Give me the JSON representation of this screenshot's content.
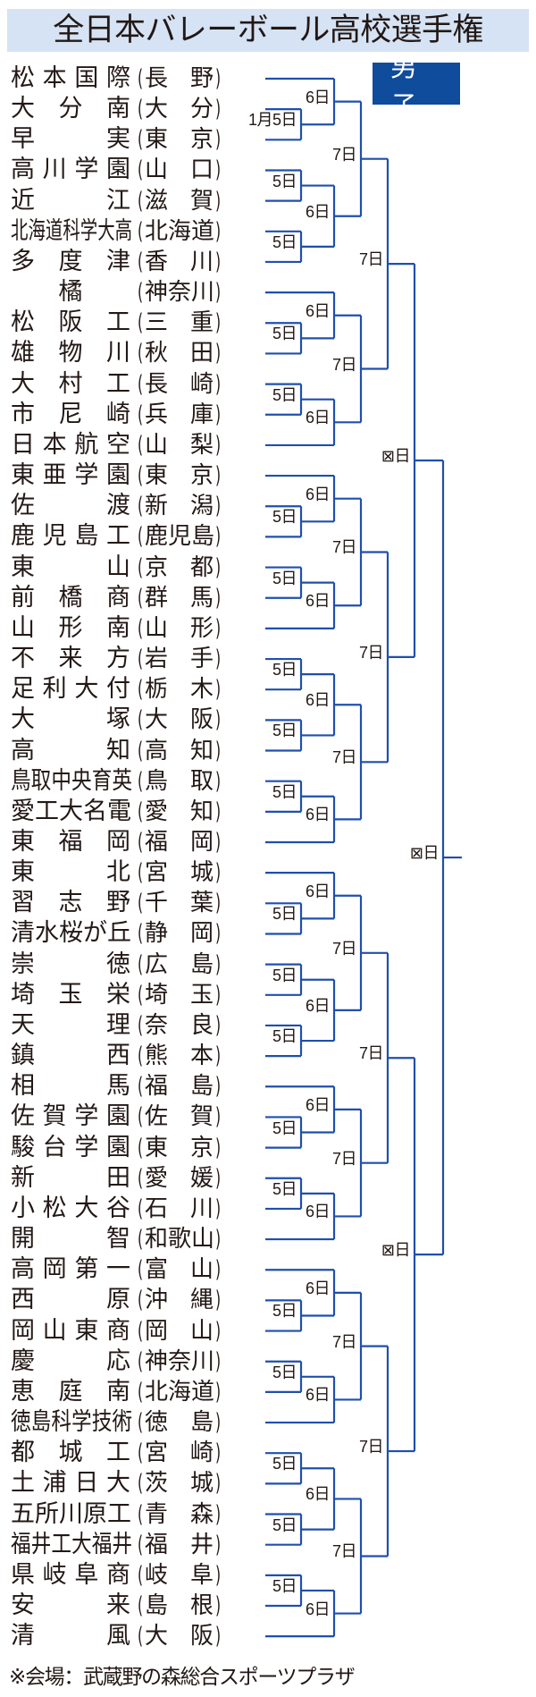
{
  "title": "全日本バレーボール高校選手権",
  "division": "男子",
  "footer": "※会場：武蔵野の森総合スポーツプラザ",
  "colors": {
    "line": "#1f4fae",
    "title_bg": "#d5e3f4",
    "badge_bg": "#0f4c9c"
  },
  "teams": [
    {
      "name": "松本国際",
      "pref": "長野"
    },
    {
      "name": "大分南",
      "pref": "大分"
    },
    {
      "name": "早実",
      "pref": "東京"
    },
    {
      "name": "高川学園",
      "pref": "山口"
    },
    {
      "name": "近江",
      "pref": "滋賀"
    },
    {
      "name": "北海道科学大高",
      "pref": "北海道"
    },
    {
      "name": "多度津",
      "pref": "香川"
    },
    {
      "name": "橘",
      "pref": "神奈川"
    },
    {
      "name": "松阪工",
      "pref": "三重"
    },
    {
      "name": "雄物川",
      "pref": "秋田"
    },
    {
      "name": "大村工",
      "pref": "長崎"
    },
    {
      "name": "市尼崎",
      "pref": "兵庫"
    },
    {
      "name": "日本航空",
      "pref": "山梨"
    },
    {
      "name": "東亜学園",
      "pref": "東京"
    },
    {
      "name": "佐渡",
      "pref": "新潟"
    },
    {
      "name": "鹿児島工",
      "pref": "鹿児島"
    },
    {
      "name": "東山",
      "pref": "京都"
    },
    {
      "name": "前橋商",
      "pref": "群馬"
    },
    {
      "name": "山形南",
      "pref": "山形"
    },
    {
      "name": "不来方",
      "pref": "岩手"
    },
    {
      "name": "足利大付",
      "pref": "栃木"
    },
    {
      "name": "大塚",
      "pref": "大阪"
    },
    {
      "name": "高知",
      "pref": "高知"
    },
    {
      "name": "鳥取中央育英",
      "pref": "鳥取"
    },
    {
      "name": "愛工大名電",
      "pref": "愛知"
    },
    {
      "name": "東福岡",
      "pref": "福岡"
    },
    {
      "name": "東北",
      "pref": "宮城"
    },
    {
      "name": "習志野",
      "pref": "千葉"
    },
    {
      "name": "清水桜が丘",
      "pref": "静岡"
    },
    {
      "name": "崇徳",
      "pref": "広島"
    },
    {
      "name": "埼玉栄",
      "pref": "埼玉"
    },
    {
      "name": "天理",
      "pref": "奈良"
    },
    {
      "name": "鎮西",
      "pref": "熊本"
    },
    {
      "name": "相馬",
      "pref": "福島"
    },
    {
      "name": "佐賀学園",
      "pref": "佐賀"
    },
    {
      "name": "駿台学園",
      "pref": "東京"
    },
    {
      "name": "新田",
      "pref": "愛媛"
    },
    {
      "name": "小松大谷",
      "pref": "石川"
    },
    {
      "name": "開智",
      "pref": "和歌山"
    },
    {
      "name": "高岡第一",
      "pref": "富山"
    },
    {
      "name": "西原",
      "pref": "沖縄"
    },
    {
      "name": "岡山東商",
      "pref": "岡山"
    },
    {
      "name": "慶応",
      "pref": "神奈川"
    },
    {
      "name": "恵庭南",
      "pref": "北海道"
    },
    {
      "name": "徳島科学技術",
      "pref": "徳島"
    },
    {
      "name": "都城工",
      "pref": "宮崎"
    },
    {
      "name": "土浦日大",
      "pref": "茨城"
    },
    {
      "name": "五所川原工",
      "pref": "青森"
    },
    {
      "name": "福井工大福井",
      "pref": "福井"
    },
    {
      "name": "県岐阜商",
      "pref": "岐阜"
    },
    {
      "name": "安来",
      "pref": "島根"
    },
    {
      "name": "清風",
      "pref": "大阪"
    }
  ],
  "bracket": {
    "d": "⊠日",
    "r": 6,
    "c": [
      {
        "d": "⊠日",
        "r": 5,
        "c": [
          {
            "d": "7日",
            "r": 4,
            "c": [
              {
                "d": "7日",
                "r": 3,
                "c": [
                  {
                    "d": "6日",
                    "r": 2,
                    "c": [
                      0,
                      {
                        "d": "1月5日",
                        "r": 1,
                        "c": [
                          1,
                          2
                        ]
                      }
                    ]
                  },
                  {
                    "d": "6日",
                    "r": 2,
                    "c": [
                      {
                        "d": "5日",
                        "r": 1,
                        "c": [
                          3,
                          4
                        ]
                      },
                      {
                        "d": "5日",
                        "r": 1,
                        "c": [
                          5,
                          6
                        ]
                      }
                    ]
                  }
                ]
              },
              {
                "d": "7日",
                "r": 3,
                "c": [
                  {
                    "d": "6日",
                    "r": 2,
                    "c": [
                      7,
                      {
                        "d": "5日",
                        "r": 1,
                        "c": [
                          8,
                          9
                        ]
                      }
                    ]
                  },
                  {
                    "d": "6日",
                    "r": 2,
                    "c": [
                      {
                        "d": "5日",
                        "r": 1,
                        "c": [
                          10,
                          11
                        ]
                      },
                      12
                    ]
                  }
                ]
              }
            ]
          },
          {
            "d": "7日",
            "r": 4,
            "c": [
              {
                "d": "7日",
                "r": 3,
                "c": [
                  {
                    "d": "6日",
                    "r": 2,
                    "c": [
                      13,
                      {
                        "d": "5日",
                        "r": 1,
                        "c": [
                          14,
                          15
                        ]
                      }
                    ]
                  },
                  {
                    "d": "6日",
                    "r": 2,
                    "c": [
                      {
                        "d": "5日",
                        "r": 1,
                        "c": [
                          16,
                          17
                        ]
                      },
                      18
                    ]
                  }
                ]
              },
              {
                "d": "7日",
                "r": 3,
                "c": [
                  {
                    "d": "6日",
                    "r": 2,
                    "c": [
                      {
                        "d": "5日",
                        "r": 1,
                        "c": [
                          19,
                          20
                        ]
                      },
                      {
                        "d": "5日",
                        "r": 1,
                        "c": [
                          21,
                          22
                        ]
                      }
                    ]
                  },
                  {
                    "d": "6日",
                    "r": 2,
                    "c": [
                      {
                        "d": "5日",
                        "r": 1,
                        "c": [
                          23,
                          24
                        ]
                      },
                      25
                    ]
                  }
                ]
              }
            ]
          }
        ]
      },
      {
        "d": "⊠日",
        "r": 5,
        "c": [
          {
            "d": "7日",
            "r": 4,
            "c": [
              {
                "d": "7日",
                "r": 3,
                "c": [
                  {
                    "d": "6日",
                    "r": 2,
                    "c": [
                      26,
                      {
                        "d": "5日",
                        "r": 1,
                        "c": [
                          27,
                          28
                        ]
                      }
                    ]
                  },
                  {
                    "d": "6日",
                    "r": 2,
                    "c": [
                      {
                        "d": "5日",
                        "r": 1,
                        "c": [
                          29,
                          30
                        ]
                      },
                      {
                        "d": "5日",
                        "r": 1,
                        "c": [
                          31,
                          32
                        ]
                      }
                    ]
                  }
                ]
              },
              {
                "d": "7日",
                "r": 3,
                "c": [
                  {
                    "d": "6日",
                    "r": 2,
                    "c": [
                      33,
                      {
                        "d": "5日",
                        "r": 1,
                        "c": [
                          34,
                          35
                        ]
                      }
                    ]
                  },
                  {
                    "d": "6日",
                    "r": 2,
                    "c": [
                      {
                        "d": "5日",
                        "r": 1,
                        "c": [
                          36,
                          37
                        ]
                      },
                      38
                    ]
                  }
                ]
              }
            ]
          },
          {
            "d": "7日",
            "r": 4,
            "c": [
              {
                "d": "7日",
                "r": 3,
                "c": [
                  {
                    "d": "6日",
                    "r": 2,
                    "c": [
                      39,
                      {
                        "d": "5日",
                        "r": 1,
                        "c": [
                          40,
                          41
                        ]
                      }
                    ]
                  },
                  {
                    "d": "6日",
                    "r": 2,
                    "c": [
                      {
                        "d": "5日",
                        "r": 1,
                        "c": [
                          42,
                          43
                        ]
                      },
                      44
                    ]
                  }
                ]
              },
              {
                "d": "7日",
                "r": 3,
                "c": [
                  {
                    "d": "6日",
                    "r": 2,
                    "c": [
                      {
                        "d": "5日",
                        "r": 1,
                        "c": [
                          45,
                          46
                        ]
                      },
                      {
                        "d": "5日",
                        "r": 1,
                        "c": [
                          47,
                          48
                        ]
                      }
                    ]
                  },
                  {
                    "d": "6日",
                    "r": 2,
                    "c": [
                      {
                        "d": "5日",
                        "r": 1,
                        "c": [
                          49,
                          50
                        ]
                      },
                      51
                    ]
                  }
                ]
              }
            ]
          }
        ]
      }
    ]
  }
}
